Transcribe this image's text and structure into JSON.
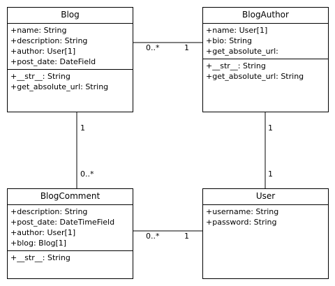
{
  "classes": [
    {
      "id": "blog",
      "name": "Blog",
      "attributes": [
        "+name: String",
        "+description: String",
        "+author: User[1]",
        "+post_date: DateField"
      ],
      "operations": [
        "+__str__: String",
        "+get_absolute_url: String"
      ]
    },
    {
      "id": "blog-author",
      "name": "BlogAuthor",
      "attributes": [
        "+name: User[1]",
        "+bio: String",
        "+get_absolute_url:"
      ],
      "operations": [
        "+__str__: String",
        "+get_absolute_url: String"
      ]
    },
    {
      "id": "blog-comment",
      "name": "BlogComment",
      "attributes": [
        "+description: String",
        "+post_date: DateTimeField",
        "+author: User[1]",
        "+blog: Blog[1]"
      ],
      "operations": [
        "+__str__: String"
      ]
    },
    {
      "id": "user",
      "name": "User",
      "attributes": [
        "+username: String",
        "+password: String"
      ],
      "operations": []
    }
  ],
  "associations": [
    {
      "from": "blog",
      "to": "blog-author",
      "from_multiplicity": "0..*",
      "to_multiplicity": "1"
    },
    {
      "from": "blog",
      "to": "blog-comment",
      "from_multiplicity": "1",
      "to_multiplicity": "0..*"
    },
    {
      "from": "blog-author",
      "to": "user",
      "from_multiplicity": "1",
      "to_multiplicity": "1"
    },
    {
      "from": "blog-comment",
      "to": "user",
      "from_multiplicity": "0..*",
      "to_multiplicity": "1"
    }
  ]
}
